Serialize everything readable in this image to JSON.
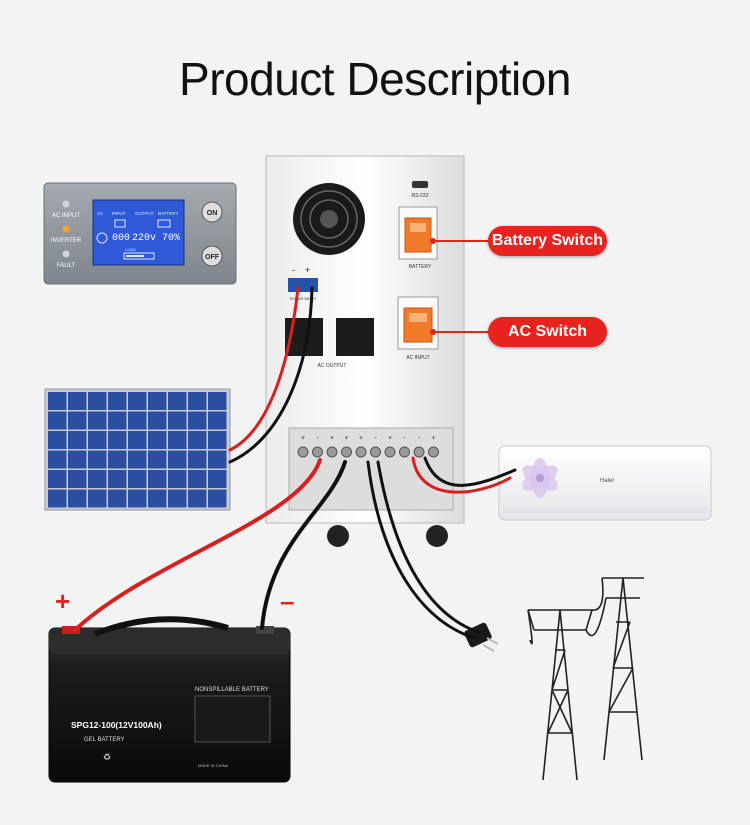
{
  "title": "Product Description",
  "callouts": {
    "battery_switch": "Battery Switch",
    "ac_switch": "AC Switch"
  },
  "panel": {
    "ac_input": "AC INPUT",
    "inverter": "INVERTER",
    "fault": "FAULT",
    "on": "ON",
    "off": "OFF",
    "lcd_headers": [
      "AC",
      "INPUT",
      "OUTPUT",
      "BATTERY"
    ],
    "lcd_readout": "000 220v 70%",
    "load": "LOAD"
  },
  "inverter": {
    "rs232": "RS-232",
    "battery_label": "BATTERY",
    "ac_input_label": "AC INPUT",
    "ac_output_label": "AC OUTPUT",
    "solar_input": "SOLAR INPUT",
    "minus": "-",
    "plus": "+"
  },
  "terminals": {
    "signs": [
      "+",
      "-",
      "+",
      "+",
      "+",
      "-",
      "+",
      "-",
      "-",
      "+"
    ]
  },
  "polarity": {
    "plus": "+",
    "minus": "–"
  },
  "battery": {
    "model": "SPG12-100(12V100Ah)",
    "type": "GEL BATTERY",
    "nonspill": "NONSPILLABLE BATTERY",
    "made_in": "MADE IN CHINA"
  },
  "aircon": {
    "brand": "Haier"
  },
  "colors": {
    "accent": "#e8221f",
    "cable_red": "#d81f1f",
    "cable_black": "#111111",
    "lcd_blue": "#2f59d9",
    "solar_blue": "#2b4ea0"
  }
}
